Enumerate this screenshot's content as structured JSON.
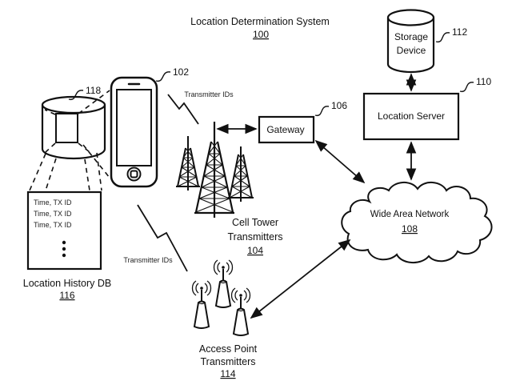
{
  "title": {
    "text": "Location Determination System",
    "ref": "100"
  },
  "storage_device": {
    "line1": "Storage",
    "line2": "Device",
    "ref": "112"
  },
  "location_server": {
    "label": "Location Server",
    "ref": "110"
  },
  "wide_area_network": {
    "label": "Wide Area Network",
    "ref": "108"
  },
  "gateway": {
    "label": "Gateway",
    "ref": "106"
  },
  "cell_towers": {
    "line1": "Cell Tower",
    "line2": "Transmitters",
    "ref": "104"
  },
  "access_points": {
    "line1": "Access Point",
    "line2": "Transmitters",
    "ref": "114"
  },
  "history_db": {
    "rows": [
      "Time, TX ID",
      "Time, TX ID",
      "Time, TX ID"
    ],
    "label": "Location History DB",
    "ref": "116"
  },
  "mobile_device": {
    "ref": "102"
  },
  "beacon": {
    "ref": "118"
  },
  "links": {
    "transmitter_ids_top": "Transmitter IDs",
    "transmitter_ids_bottom": "Transmitter IDs"
  },
  "colors": {
    "ink": "#111111",
    "background": "#ffffff"
  }
}
